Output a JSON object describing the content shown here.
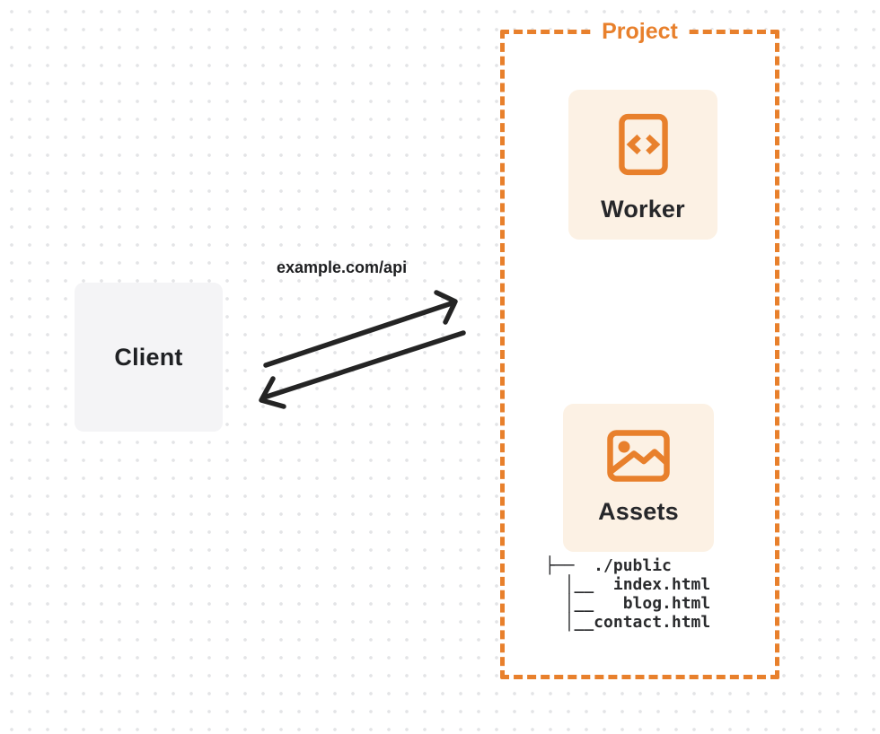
{
  "client": {
    "label": "Client"
  },
  "connection": {
    "request_label": "example.com/api"
  },
  "project": {
    "title": "Project",
    "worker": {
      "label": "Worker"
    },
    "assets": {
      "label": "Assets"
    },
    "file_tree": [
      "├──  ./public",
      "  │__  index.html",
      "  │__   blog.html",
      "  │__contact.html"
    ]
  },
  "icons": {
    "worker": "code-document-icon",
    "assets": "image-gallery-icon"
  },
  "colors": {
    "accent_orange": "#E8802C",
    "node_card_bg": "#FCF1E4",
    "client_box_bg": "#F4F4F6",
    "arrow_color": "#242424",
    "text_dark": "#1F2124"
  }
}
